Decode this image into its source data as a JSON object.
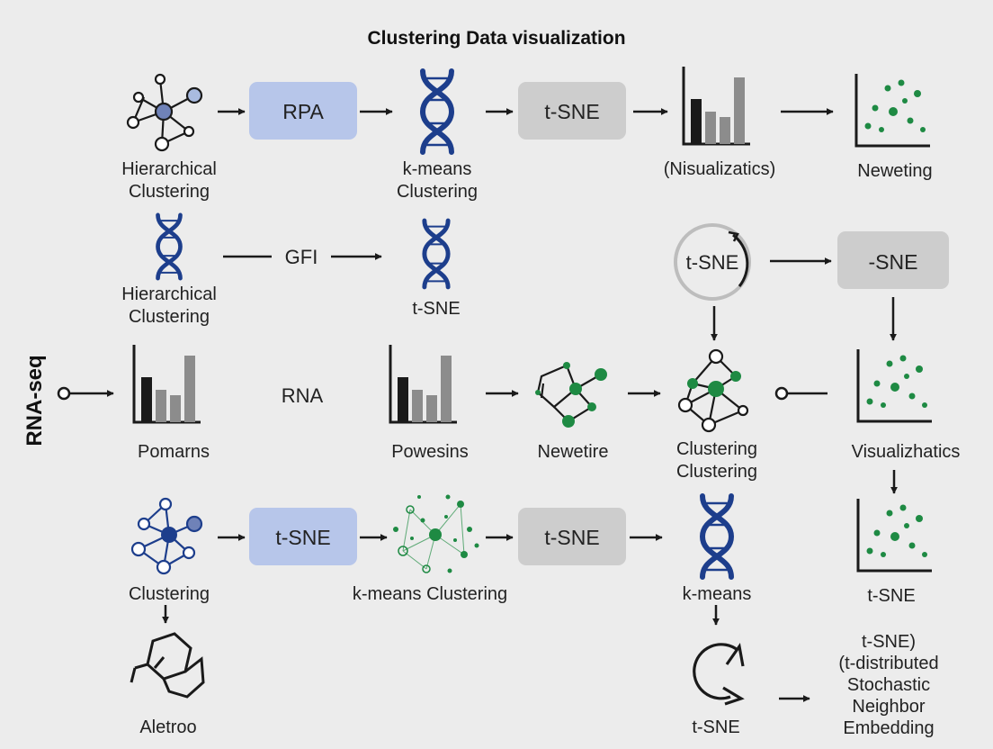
{
  "title": "Clustering Data visualization",
  "side_label": "RNA-seq",
  "colors": {
    "background": "#ececec",
    "blue_box": "#b7c6ea",
    "gray_box": "#cdcdcd",
    "navy": "#1d3e8c",
    "green": "#1e8a43",
    "dark": "#1a1a1a"
  },
  "row1": {
    "box_rpa": "RPA",
    "box_tsne": "t-SNE",
    "label_hierarchical": [
      "Hierarchical",
      "Clustering"
    ],
    "label_kmeans": [
      "k-means",
      "Clustering"
    ],
    "label_visualizatics": "(Nisualizatics)",
    "label_neweting": "Neweting"
  },
  "row2": {
    "label_hierarchical": [
      "Hierarchical",
      "Clustering"
    ],
    "arrow_label": "GFI",
    "label_tsne": "t-SNE",
    "circle_tsne": "t-SNE",
    "box_sne": "-SNE"
  },
  "row3": {
    "label_pomarns": "Pomarns",
    "text_rna": "RNA",
    "label_powesins": "Powesins",
    "label_newetire": "Newetire",
    "label_clustering": [
      "Clustering",
      "Clustering"
    ],
    "label_visualizhatics": "Visualizhatics"
  },
  "row4": {
    "label_clustering": "Clustering",
    "box_tsne_blue": "t-SNE",
    "label_kmeans_clustering": "k-means Clustering",
    "box_tsne_gray": "t-SNE",
    "label_kmeans": "k-means",
    "label_tsne": "t-SNE"
  },
  "row5": {
    "label_aletroo": "Aletroo",
    "label_tsne": "t-SNE",
    "description": [
      "t-SNE)",
      "(t-distributed",
      "Stochastic",
      "Neighbor",
      "Embedding"
    ]
  },
  "icons": {
    "molecule": "network-molecule-icon",
    "dna": "dna-helix-icon",
    "bar_chart": "bar-chart-icon",
    "scatter": "scatter-plot-icon",
    "cycle": "cycle-arrow-icon",
    "hexagon": "hexagon-molecule-icon"
  }
}
